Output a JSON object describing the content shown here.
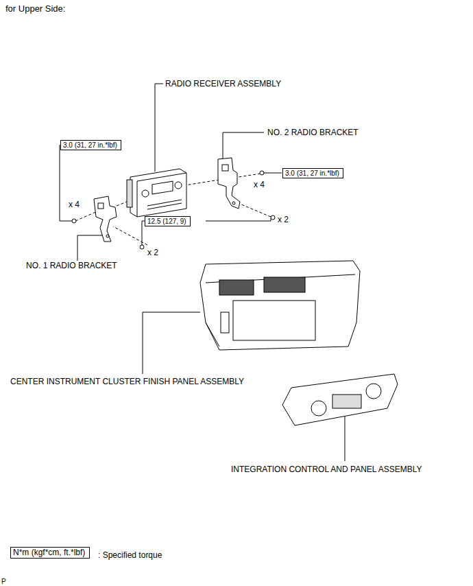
{
  "diagram": {
    "title": "for Upper Side:",
    "nodes": [
      {
        "text": [
          "3.0 (31, 27 in.*lbf)"
        ]
      },
      {
        "text": [
          "3.0 (31, 27 in.*lbf)"
        ]
      },
      {
        "text": [
          "12.5 (127, 9)"
        ]
      },
      {
        "text": [
          "N*m (kgf*cm, ft.*lbf)"
        ]
      }
    ],
    "labels": [
      "RADIO RECEIVER ASSEMBLY",
      "NO. 2 RADIO BRACKET",
      "x 4",
      "x 4",
      "x 2",
      "x 2",
      "NO. 1 RADIO BRACKET",
      "CENTER INSTRUMENT CLUSTER FINISH PANEL ASSEMBLY",
      "INTEGRATION CONTROL AND PANEL ASSEMBLY",
      ": Specified torque",
      "P"
    ]
  }
}
